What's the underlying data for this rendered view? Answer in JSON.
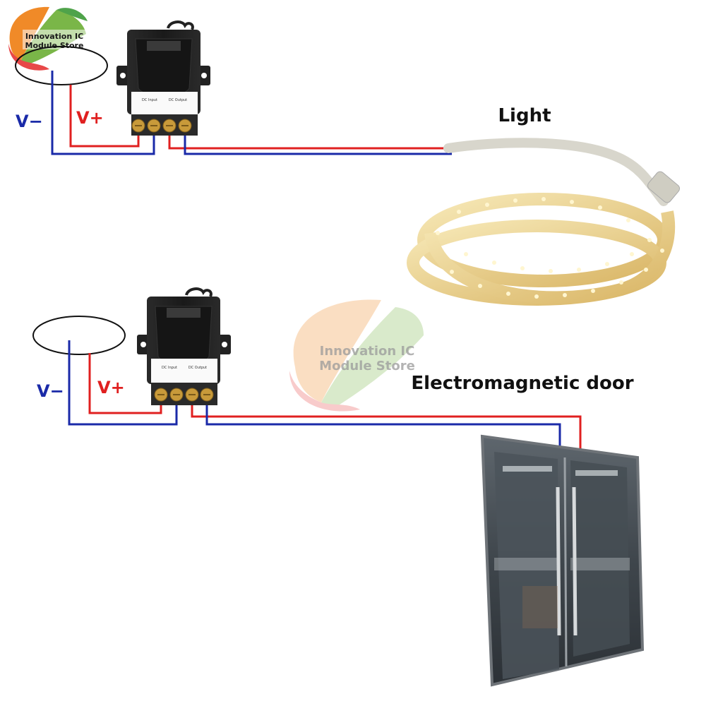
{
  "brand": {
    "line1": "Innovation IC",
    "line2": "Module Store"
  },
  "diagram1": {
    "neg_label": "V−",
    "pos_label": "V+",
    "device_label": "Light"
  },
  "diagram2": {
    "neg_label": "V−",
    "pos_label": "V+",
    "device_label": "Electromagnetic door"
  },
  "relay": {
    "input_text": "DC Input",
    "output_text": "DC Output"
  },
  "colors": {
    "positive_wire": "#e02020",
    "negative_wire": "#1a2aa8",
    "neg_label": "#1a2aa8",
    "pos_label": "#e02020",
    "label_text": "#111111",
    "relay_body": "#1f1f1f",
    "terminal": "#c89a3a"
  },
  "icons": {
    "logo": "leaf-logo-icon",
    "relay": "relay-module-icon",
    "light": "led-strip-icon",
    "door": "glass-door-icon"
  }
}
